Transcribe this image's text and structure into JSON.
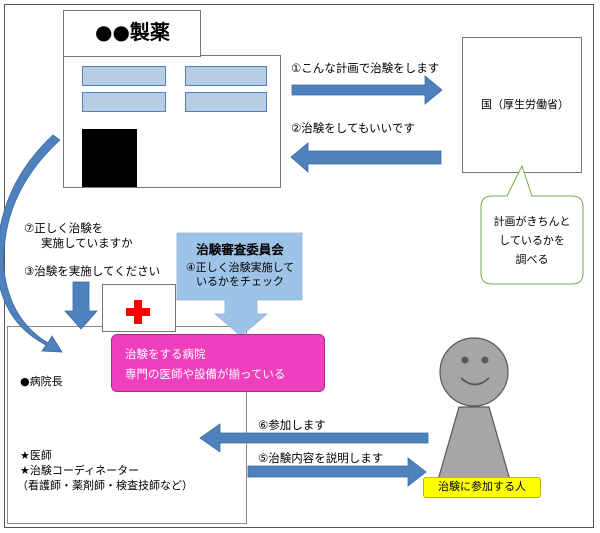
{
  "company": {
    "name": "●●製薬"
  },
  "government": {
    "name": "国（厚生労働省）"
  },
  "arrows": {
    "plan": "①こんな計画で治験をします",
    "approval": "②治験をしてもいいです",
    "request": "③治験を実施してください",
    "verify": [
      "⑦正しく治験を",
      "実施していますか"
    ],
    "explain": "⑤治験内容を説明します",
    "join": "⑥参加します"
  },
  "review_board": {
    "title": "治験審査委員会",
    "lines": [
      "④正しく治験実施して",
      "いるかをチェック"
    ]
  },
  "government_bubble": {
    "lines": [
      "計画がきちんと",
      "しているかを",
      "調べる"
    ]
  },
  "hospital": {
    "banner": [
      "治験をする病院",
      "専門の医師や設備が揃っている"
    ],
    "director": "●病院長",
    "staff": [
      "★医師",
      "★治験コーディネーター",
      "（看護師・薬剤師・検査技師など）"
    ]
  },
  "participant": {
    "label": "治験に参加する人"
  },
  "colors": {
    "arrow": "#4f81bd",
    "review_board_fill": "#9dc3e6",
    "banner_fill": "#f03fbe",
    "participant_label_fill": "#ffff00",
    "bubble_border": "#70ad47",
    "person": "#a6a6a6"
  }
}
